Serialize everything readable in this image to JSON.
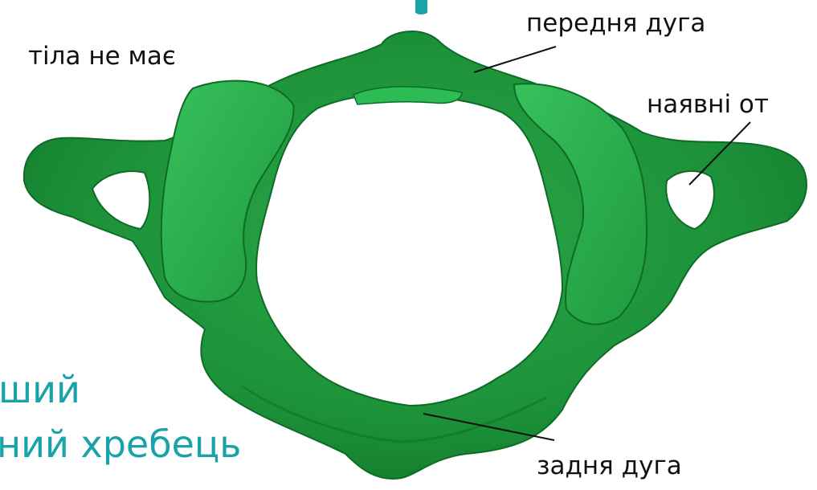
{
  "labels": {
    "no_body": "тіла не має",
    "anterior_arch": "передня дуга",
    "foramen": "наявні от",
    "posterior_arch": "задня дуга"
  },
  "title": {
    "line1": "ший",
    "line2": "ний хребець"
  },
  "colors": {
    "bone_main": "#1e9a3c",
    "bone_dark": "#137a2c",
    "bone_light": "#2fb552",
    "title": "#19a3a8"
  }
}
